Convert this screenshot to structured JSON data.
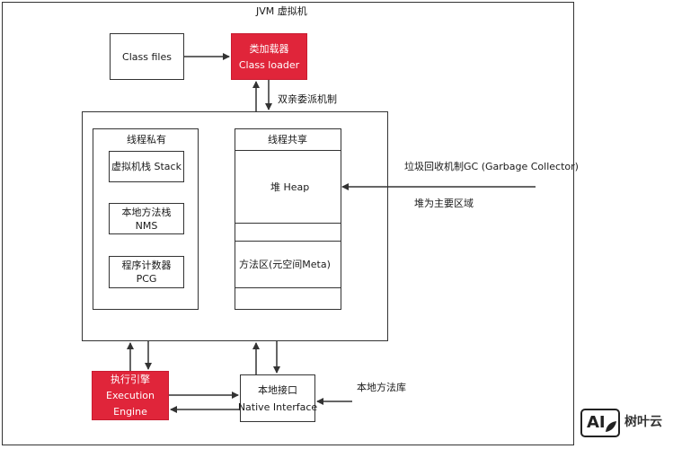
{
  "title": "JVM 虚拟机",
  "class_files": "Class files",
  "class_loader": {
    "line1": "类加载器",
    "line2": "Class loader"
  },
  "parent_delegation": "双亲委派机制",
  "thread_private": {
    "title": "线程私有",
    "vm_stack": "虚拟机栈 Stack",
    "native_stack": {
      "line1": "本地方法栈",
      "line2": "NMS"
    },
    "pc": {
      "line1": "程序计数器",
      "line2": "PCG"
    }
  },
  "thread_shared": {
    "title": "线程共享",
    "heap": "堆 Heap",
    "method_area": "方法区(元空间Meta)"
  },
  "gc": {
    "line1": "垃圾回收机制GC (Garbage Collector)",
    "line2": "堆为主要区域"
  },
  "execution_engine": {
    "line1": "执行引擎",
    "line2": "Execution",
    "line3": "Engine"
  },
  "native_interface": {
    "line1": "本地接口",
    "line2": "Native Interface"
  },
  "native_library": "本地方法库",
  "watermark": {
    "badge": "AI",
    "text": "树叶云"
  },
  "colors": {
    "accent_red": "#e0253a",
    "line": "#333333"
  }
}
